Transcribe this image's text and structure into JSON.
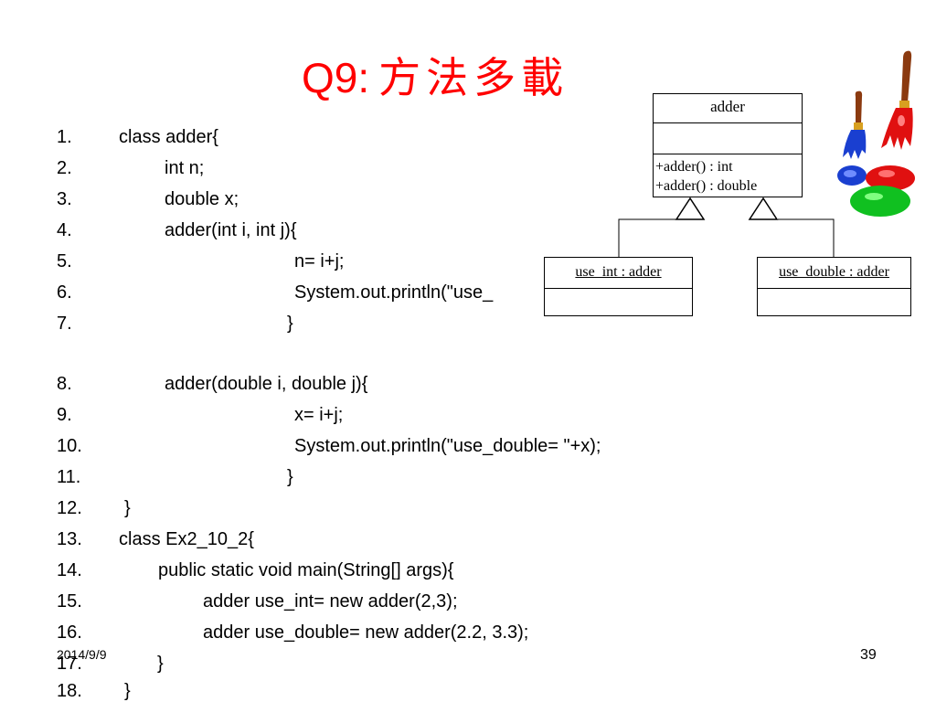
{
  "slide": {
    "title_prefix": "Q9:",
    "title_cjk": "方法多載",
    "code_lines": [
      {
        "num": "1.",
        "text": "class adder{"
      },
      {
        "num": "2.",
        "text": "int n;"
      },
      {
        "num": "3.",
        "text": "double x;"
      },
      {
        "num": "4.",
        "text": "adder(int i, int j){"
      },
      {
        "num": "5.",
        "text": "n= i+j;"
      },
      {
        "num": "6.",
        "text": "System.out.println(\"use_"
      },
      {
        "num": "7.",
        "text": "}"
      },
      {
        "num": "8.",
        "text": "adder(double i, double j){"
      },
      {
        "num": "9.",
        "text": "x= i+j;"
      },
      {
        "num": "10.",
        "text": "System.out.println(\"use_double= \"+x);"
      },
      {
        "num": "11.",
        "text": "}"
      },
      {
        "num": "12.",
        "text": "}"
      },
      {
        "num": "13.",
        "text": "class Ex2_10_2{"
      },
      {
        "num": "14.",
        "text": "public static void main(String[] args){"
      },
      {
        "num": "15.",
        "text": "adder use_int= new adder(2,3);"
      },
      {
        "num": "16.",
        "text": "adder use_double= new adder(2.2, 3.3);"
      },
      {
        "num": "17.",
        "text": "}"
      },
      {
        "num": "18.",
        "text": "}"
      }
    ],
    "footer_date": "2014/9/9",
    "page_number": "39"
  },
  "uml": {
    "class_name": "adder",
    "operations": [
      "+adder() : int",
      "+adder() : double"
    ],
    "objects": [
      "use_int : adder",
      "use_double : adder"
    ]
  },
  "decoration": {
    "icon": "paintbrushes-and-paint-icon",
    "colors": {
      "red": "#e01010",
      "blue": "#1a3fd0",
      "green": "#10c020",
      "handle": "#8b3a10"
    }
  },
  "colors": {
    "title": "#ff0000",
    "text": "#000000",
    "background": "#ffffff"
  }
}
